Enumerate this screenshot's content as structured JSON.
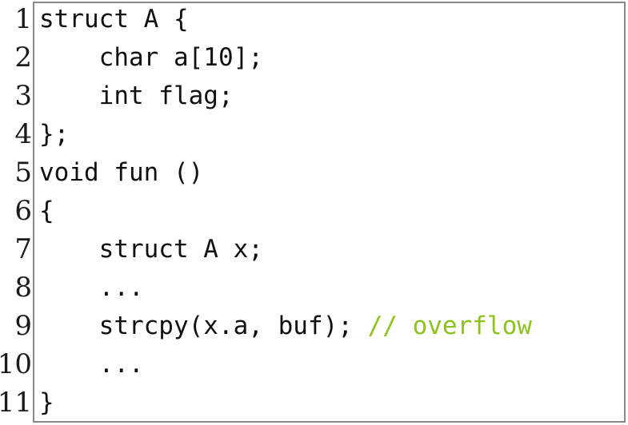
{
  "code": {
    "lines": [
      {
        "number": "1",
        "text": "struct A {",
        "comment": ""
      },
      {
        "number": "2",
        "text": "    char a[10];",
        "comment": ""
      },
      {
        "number": "3",
        "text": "    int flag;",
        "comment": ""
      },
      {
        "number": "4",
        "text": "};",
        "comment": ""
      },
      {
        "number": "5",
        "text": "void fun ()",
        "comment": ""
      },
      {
        "number": "6",
        "text": "{",
        "comment": ""
      },
      {
        "number": "7",
        "text": "    struct A x;",
        "comment": ""
      },
      {
        "number": "8",
        "text": "    ...",
        "comment": ""
      },
      {
        "number": "9",
        "text": "    strcpy(x.a, buf); ",
        "comment": "// overflow"
      },
      {
        "number": "10",
        "text": "    ...",
        "comment": ""
      },
      {
        "number": "11",
        "text": "}",
        "comment": ""
      }
    ]
  },
  "colors": {
    "comment": "#8dc21f",
    "text": "#111111",
    "frame_border": "#8a8a8a"
  }
}
